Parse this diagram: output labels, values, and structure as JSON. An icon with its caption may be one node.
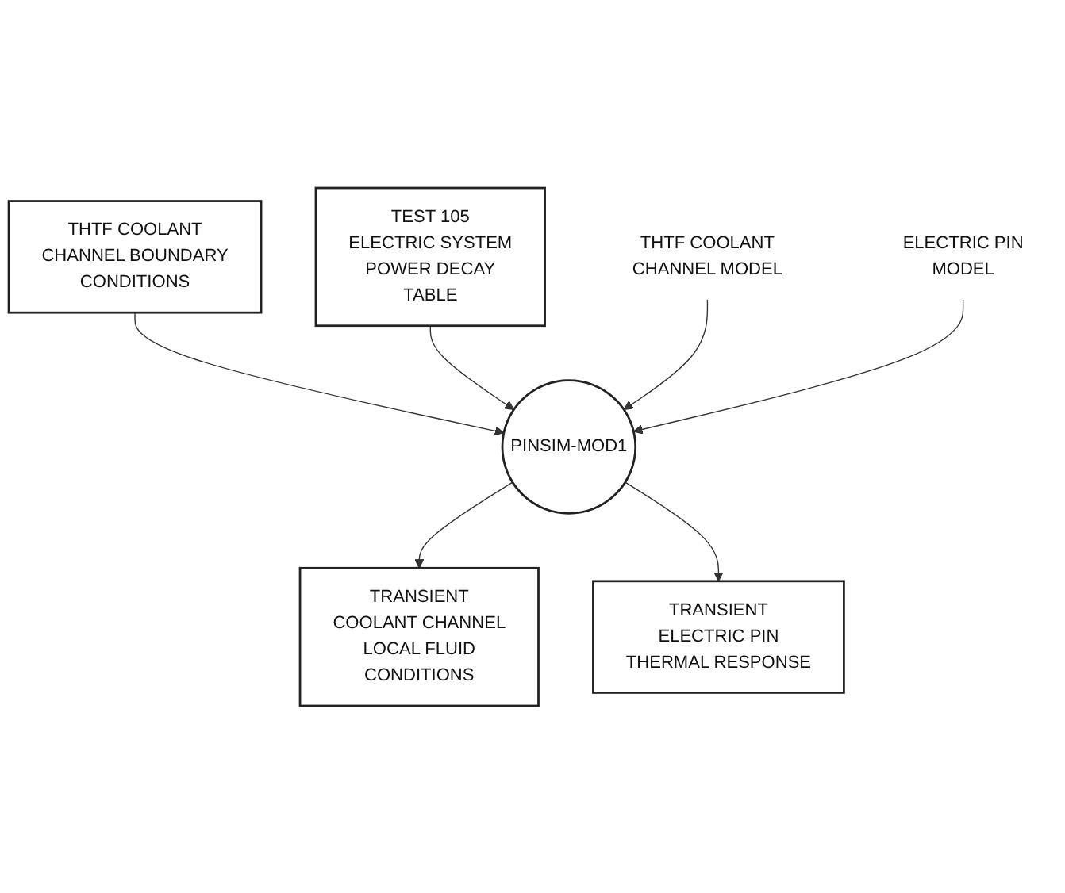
{
  "diagram": {
    "nodes": [
      {
        "text": [
          "THTF COOLANT CHANNEL BOUNDARY CONDITIONS"
        ]
      },
      {
        "text": [
          "TEST 105 ELECTRIC SYSTEM POWER DECAY TABLE"
        ]
      },
      {
        "text": [
          "THTF COOLANT CHANNEL MODEL"
        ]
      },
      {
        "text": [
          "PINSIM-MOD1"
        ]
      },
      {
        "text": [
          "ELECTRIC PIN MODEL"
        ]
      },
      {
        "text": [
          "TRANSIENT COOLANT CHANNEL LOCAL FLUID CONDITIONS"
        ]
      },
      {
        "text": [
          "TRANSIENT ELECTRIC PIN THERMAL RESPONSE"
        ]
      }
    ],
    "edges": [
      {
        "from": 0,
        "to": 3,
        "arrow": "to"
      },
      {
        "from": 1,
        "to": 3,
        "arrow": "to"
      },
      {
        "from": 2,
        "to": 3,
        "arrow": "to"
      },
      {
        "from": 4,
        "to": 3,
        "arrow": "to"
      },
      {
        "from": 3,
        "to": 5,
        "arrow": "to"
      },
      {
        "from": 3,
        "to": 6,
        "arrow": "to"
      }
    ]
  }
}
